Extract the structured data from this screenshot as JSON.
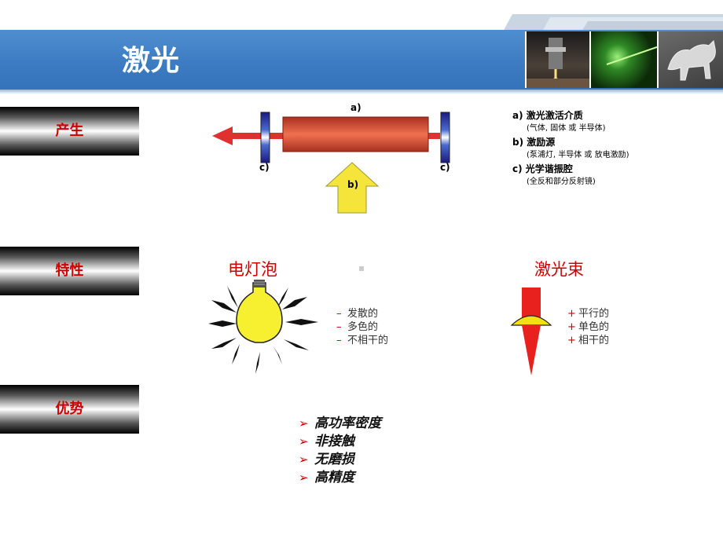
{
  "header": {
    "title": "激光"
  },
  "sections": {
    "production": "产生",
    "characteristics": "特性",
    "advantages": "优势"
  },
  "diagram": {
    "label_a": "a)",
    "label_b": "b)",
    "label_c_left": "c)",
    "label_c_right": "c)"
  },
  "legend": [
    {
      "title": "a) 激光激活介质",
      "sub": "(气体, 固体 或  半导体)"
    },
    {
      "title": "b) 激励源",
      "sub": "(泵浦灯, 半导体 或  放电激励)"
    },
    {
      "title": "c) 光学谐振腔",
      "sub": "(全反和部分反射镜)"
    }
  ],
  "bulb": {
    "title": "电灯泡",
    "marker": "–",
    "items": [
      "发散的",
      "多色的",
      "不相干的"
    ]
  },
  "laser_beam": {
    "title": "激光束",
    "marker": "+",
    "items": [
      "平行的",
      "单色的",
      "相干的"
    ]
  },
  "advantages_list": {
    "marker": "➢",
    "items": [
      "高功率密度",
      "非接触",
      "无磨损",
      "高精度"
    ]
  },
  "colors": {
    "header_blue": "#3d7cc2",
    "accent_red": "#cc0000",
    "arrow_yellow": "#f5e53a"
  }
}
